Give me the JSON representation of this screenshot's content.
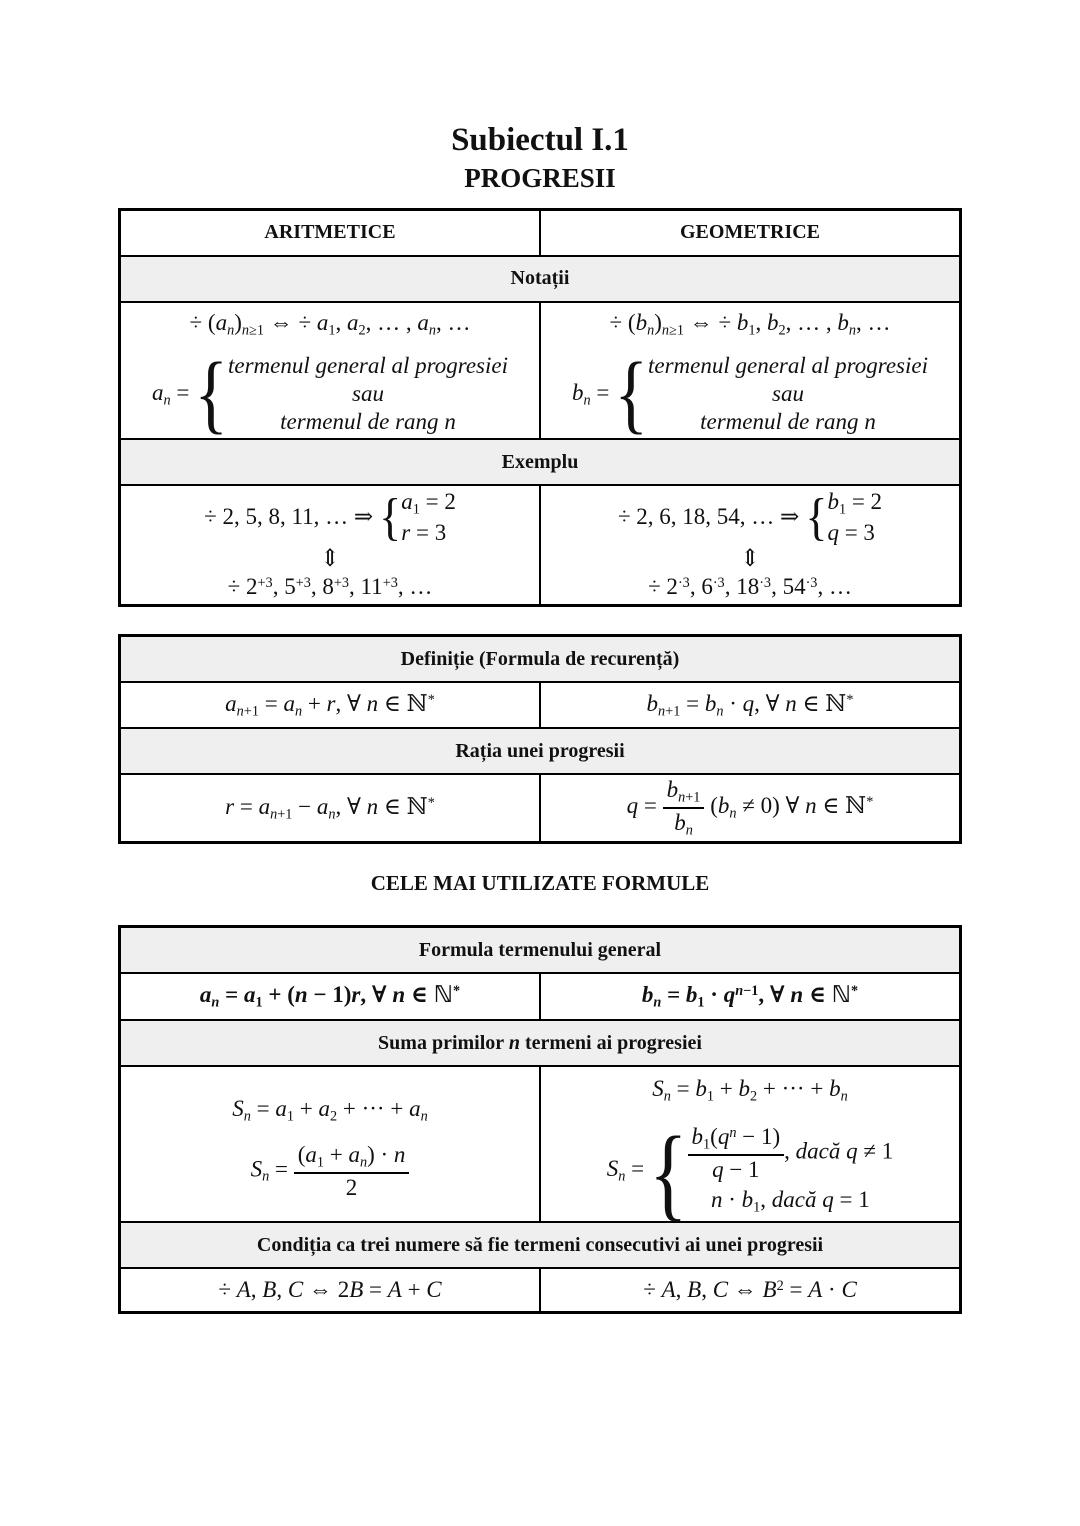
{
  "page": {
    "title": "Subiectul I.1",
    "subtitle": "PROGRESII",
    "mid_heading": "CELE MAI UTILIZATE FORMULE"
  },
  "icons": {
    "brace": "{",
    "updown_arrow": "⇕"
  },
  "table1": {
    "col_headers": [
      "ARITMETICE",
      "GEOMETRICE"
    ],
    "notatii_header": "Notații",
    "notatii": {
      "arit_line": "÷ (a_{n})_{n≥1} ⇔ ÷ a_{1}, a_{2}, … , a_{n}, …",
      "geom_line": "÷ (b_{n})_{n≥1} ⇔ ÷ b_{1}, b_{2}, … , b_{n}, …",
      "arit_cases": {
        "lhs": "a_{n} =",
        "lines": [
          "termenul general al progresiei",
          "sau",
          "termenul de rang n"
        ]
      },
      "geom_cases": {
        "lhs": "b_{n} =",
        "lines": [
          "termenul general al progresiei",
          "sau",
          "termenul de rang n"
        ]
      }
    },
    "exemplu_header": "Exemplu",
    "exemplu": {
      "arit_seq": "÷ 2, 5, 8, 11, … ⇒",
      "arit_cases": [
        "a_{1} = 2",
        "r = 3"
      ],
      "arit_expanded": "÷ 2^{+3}, 5^{+3}, 8^{+3}, 11^{+3}, …",
      "geom_seq": "÷ 2, 6, 18, 54, … ⇒",
      "geom_cases": [
        "b_{1} = 2",
        "q = 3"
      ],
      "geom_expanded": "÷ 2^{·3}, 6^{·3}, 18^{·3}, 54^{·3}, …"
    }
  },
  "table2": {
    "def_header": "Definiție (Formula de recurență)",
    "def_arit": "a_{n+1} = a_{n} + r, ∀ n ∈ ℕ^{*}",
    "def_geom": "b_{n+1} = b_{n} · q, ∀ n ∈ ℕ^{*}",
    "ratio_header": "Rația unei progresii",
    "ratio_arit": "r =  a_{n+1} − a_{n}, ∀ n ∈ ℕ^{*}",
    "ratio_geom": "q = \\frac{b_{n+1}}{b_{n}}  (b_{n} ≠ 0) ∀ n ∈ ℕ^{*}"
  },
  "table3": {
    "general_header": "Formula termenului general",
    "general_arit": "a_{n} = a_{1} + (n − 1)r, ∀ n ∈ ℕ^{*}",
    "general_geom": "b_{n} = b_{1} · q^{n−1}, ∀ n ∈ ℕ^{*}",
    "sum_header": [
      "Suma primilor ",
      "n",
      " termeni ai progresiei"
    ],
    "sum_arit_line1": "S_{n} = a_{1} + a_{2} + ··· + a_{n}",
    "sum_arit_line2": "S_{n} = \\frac{(a_{1} + a_{n}) · n}{2}",
    "sum_geom_line1": "S_{n} = b_{1} + b_{2} + ··· + b_{n}",
    "sum_geom_cases": {
      "lhs": "S_{n} =",
      "line1": "\\frac{b_{1}(q^{n} − 1)}{q − 1}, dacă q ≠ 1",
      "line2": "n · b_{1}, dacă q = 1"
    },
    "cond_header": "Condiția ca trei numere să fie termeni consecutivi ai unei progresii",
    "cond_arit": "÷ A, B, C ⇔ 2B = A + C",
    "cond_geom": "÷ A, B, C ⇔ B^{2} = A · C"
  },
  "colors": {
    "section_band": "#efefef",
    "border": "#000000",
    "text": "#111111"
  }
}
